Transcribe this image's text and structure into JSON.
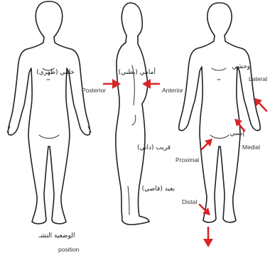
{
  "labels": {
    "posterior": {
      "arabic": "خلفي (ظهري)",
      "english": "Posterior"
    },
    "anterior": {
      "arabic": "أمامي (بطني)",
      "english": "Anterior"
    },
    "lateral": {
      "arabic": "وحشي",
      "english": "Lateral"
    },
    "medial": {
      "arabic": "إنسي",
      "english": "Medial"
    },
    "proximal": {
      "arabic": "قريب (داني)",
      "english": "Proximal"
    },
    "distal": {
      "arabic": "بعيد (قاصي)",
      "english": "Distal"
    },
    "anatomical": {
      "arabic": "الوضعية التشـ",
      "english": "position"
    }
  },
  "colors": {
    "arrow": "#d8262a",
    "outline": "#222222",
    "background": "#ffffff"
  }
}
